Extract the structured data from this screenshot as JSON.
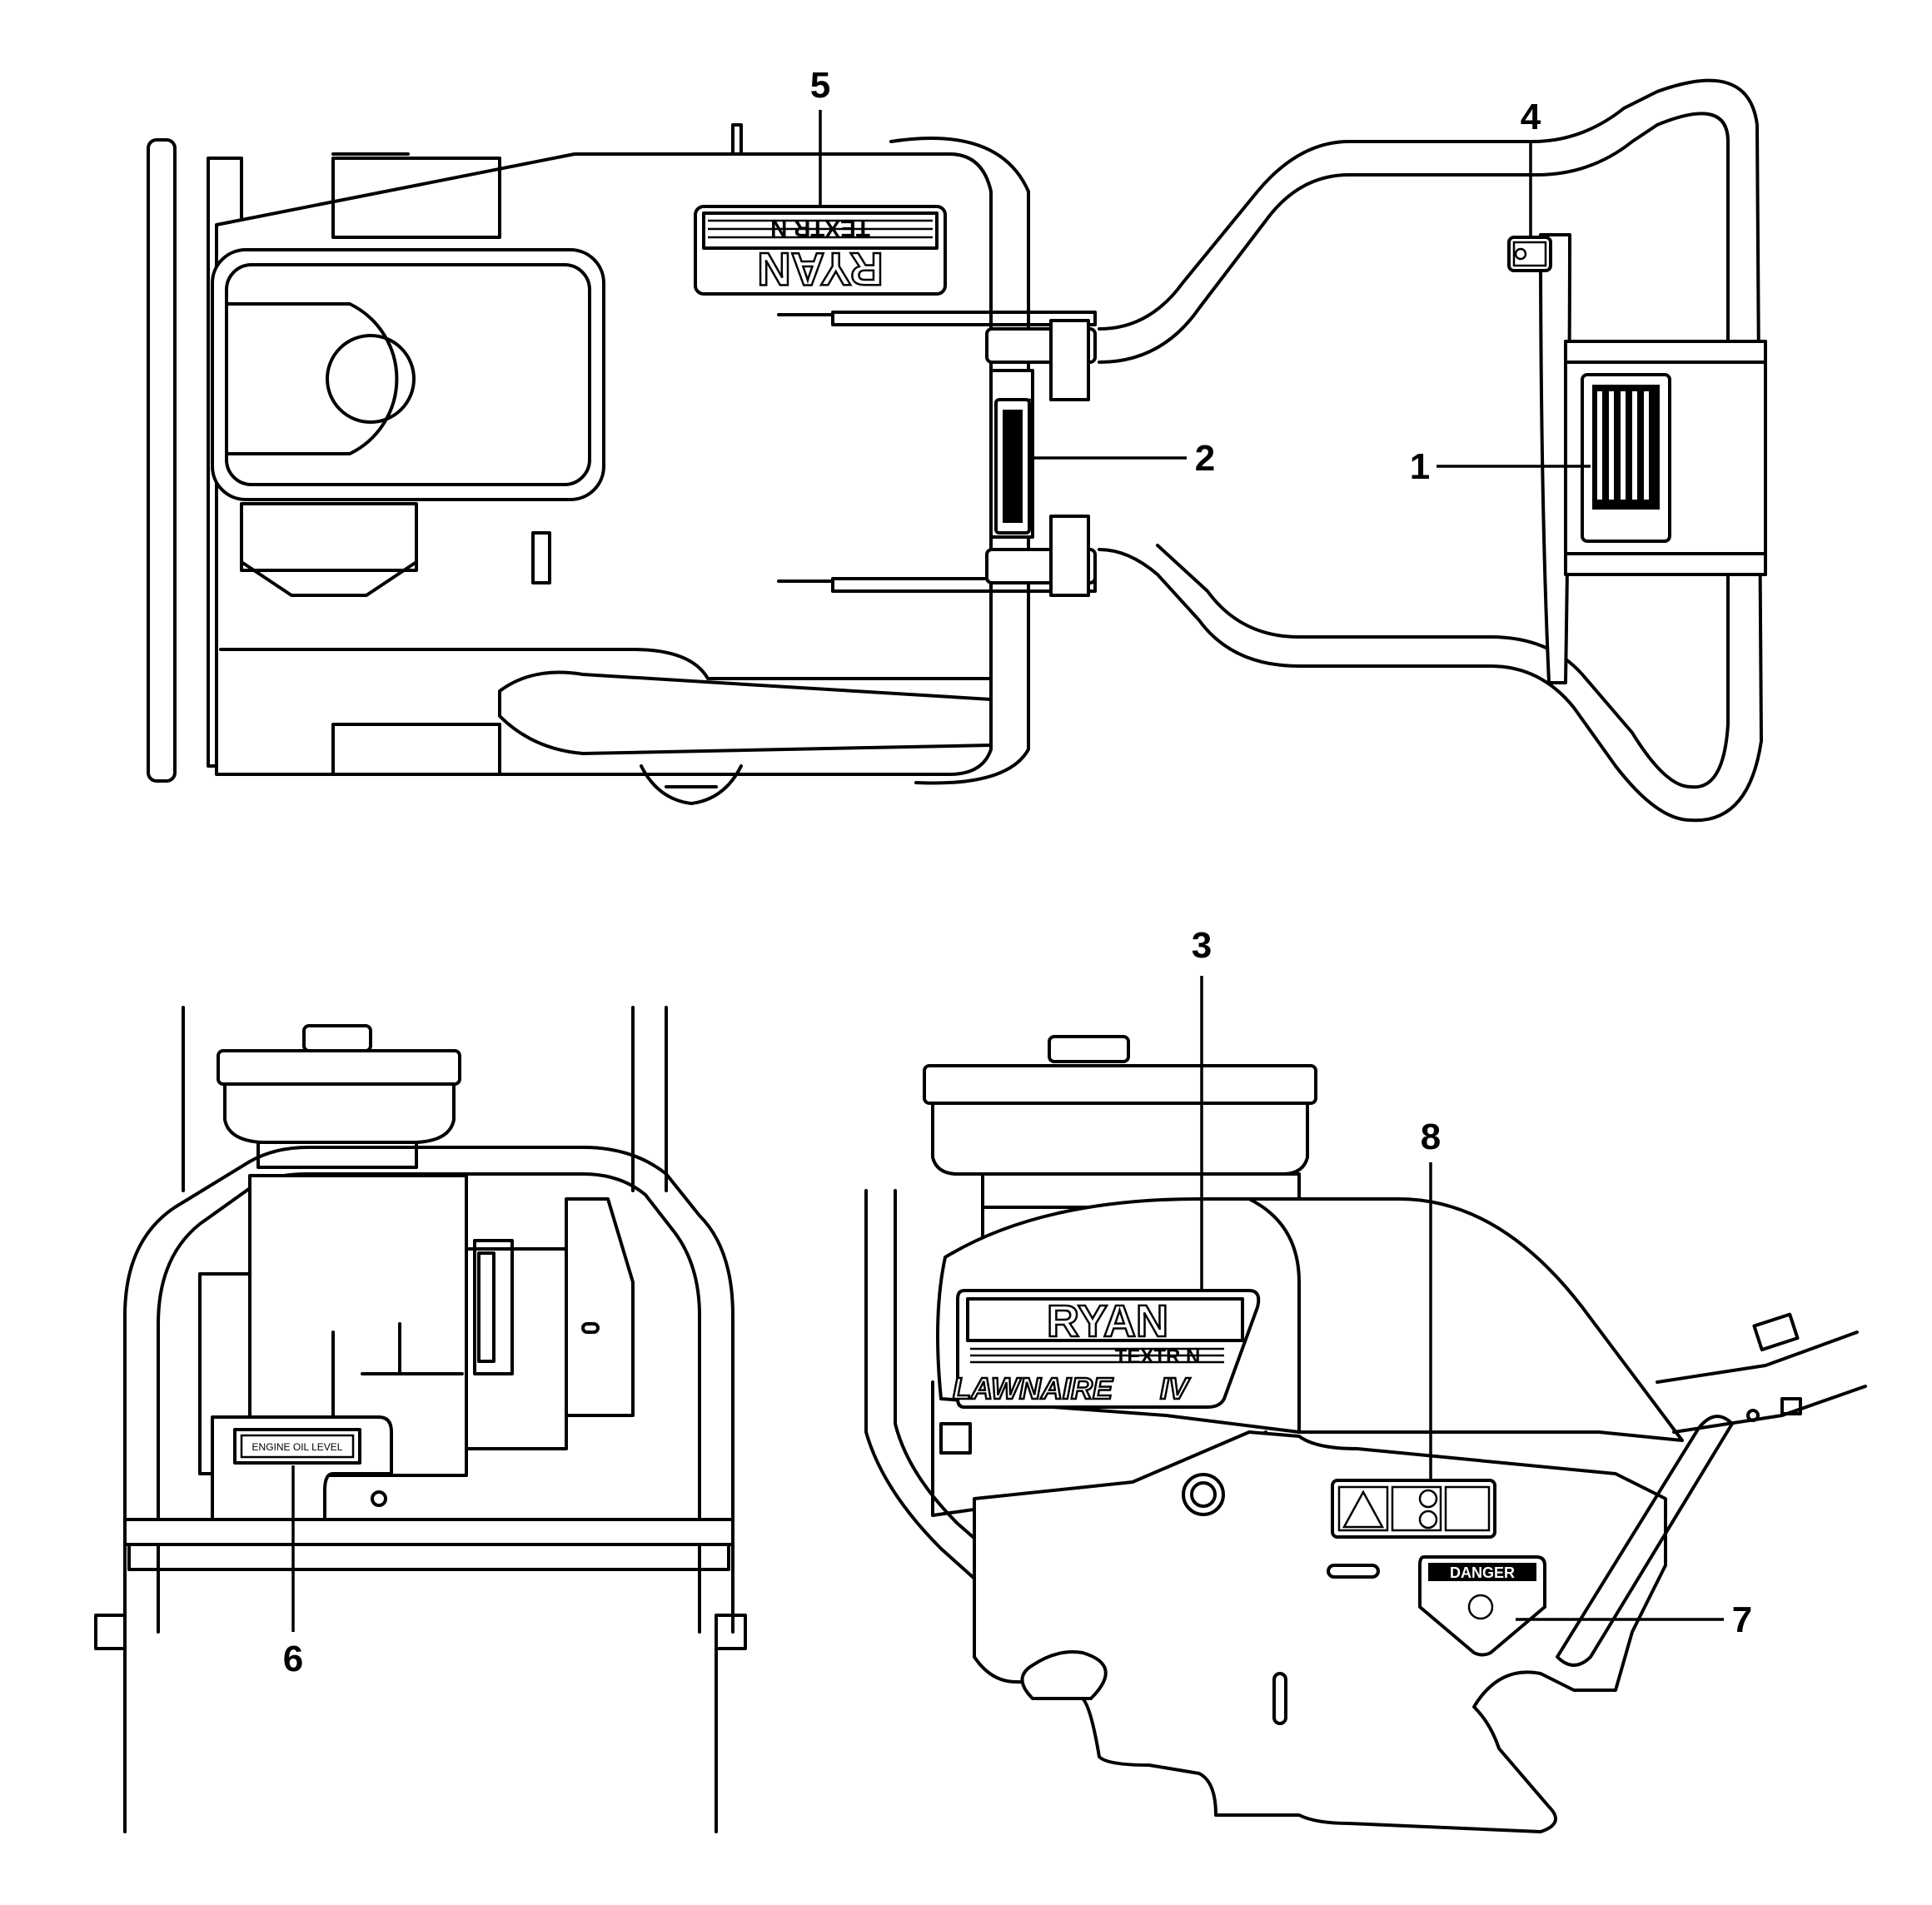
{
  "callouts": [
    "1",
    "2",
    "3",
    "4",
    "5",
    "6",
    "7",
    "8"
  ],
  "decals": {
    "brand_top": "RYAN",
    "maker_top": "TEXTR N",
    "brand_side": "RYAN",
    "maker_side": "TEXTR N",
    "model_side": "LAWNAIRE",
    "model_suffix": "IV",
    "danger": "DANGER",
    "engine_decal": "ENGINE OIL LEVEL"
  },
  "colors": {
    "ink": "#000000",
    "paper": "#ffffff"
  }
}
